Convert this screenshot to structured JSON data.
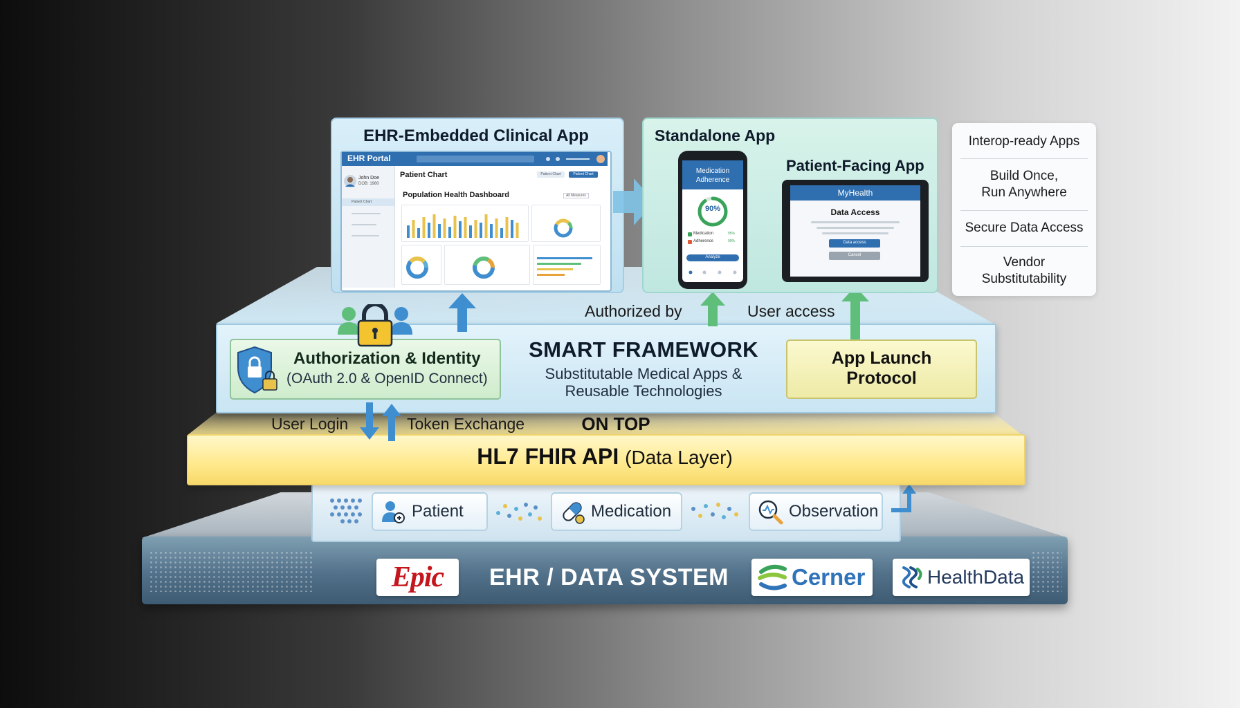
{
  "ehr_embedded": {
    "title": "EHR-Embedded Clinical App",
    "portal_name": "EHR Portal",
    "patient_name": "John Doe",
    "patient_dob": "DOB: 1980",
    "sidebar_item": "Patient Chart",
    "chart_title": "Patient Chart",
    "header_button_1": "Patient Chart",
    "header_button_2": "Patient Chart",
    "dashboard_title": "Population Health Dashboard",
    "dashboard_filter": "All Measures"
  },
  "standalone": {
    "title": "Standalone App",
    "phone": {
      "header_line1": "Medication",
      "header_line2": "Adherence",
      "gauge_value": "90%",
      "gauge_fraction": 0.9,
      "row1_label": "Medication",
      "row1_value": "95%",
      "row2_label": "Adherence",
      "row2_value": "90%",
      "button": "Analyze"
    },
    "patient_facing": {
      "title": "Patient-Facing App",
      "brand": "MyHealth",
      "screen_title": "Data Access",
      "primary_button": "Data access",
      "secondary_button": "Cancel"
    }
  },
  "benefits": [
    "Interop-ready Apps",
    "Build Once,\nRun Anywhere",
    "Secure Data Access",
    "Vendor\nSubstitutability"
  ],
  "smart": {
    "title": "SMART FRAMEWORK",
    "subtitle_line1": "Substitutable Medical Apps &",
    "subtitle_line2": "Reusable Technologies",
    "authorized_by": "Authorized by",
    "user_access": "User access",
    "auth_title": "Authorization & Identity",
    "auth_subtitle": "(OAuth 2.0 & OpenID Connect)",
    "launch_line1": "App Launch",
    "launch_line2": "Protocol"
  },
  "fhir": {
    "title_bold": "HL7 FHIR API",
    "title_rest": "(Data Layer)",
    "on_top": "ON TOP",
    "user_login": "User Login",
    "token_exchange": "Token Exchange",
    "resources": [
      "Patient",
      "Medication",
      "Observation"
    ]
  },
  "ehr_system": {
    "title": "EHR / DATA SYSTEM",
    "vendors": [
      "Epic",
      "Cerner",
      "HealthData"
    ]
  },
  "colors": {
    "arrow_blue": "#3f8ed0",
    "arrow_green": "#5fbf7a",
    "epic_red": "#c4161c",
    "cerner_blue": "#2f73b8",
    "fhir_yellow": "#ffe98c"
  }
}
